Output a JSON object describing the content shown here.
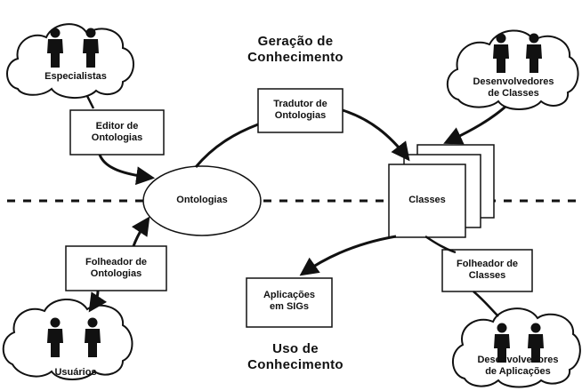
{
  "sections": {
    "top_title": "Geração de\nConhecimento",
    "bottom_title": "Uso de\nConhecimento"
  },
  "actors": {
    "experts": "Especialistas",
    "class_devs": "Desenvolvedores\nde Classes",
    "users": "Usuários",
    "app_devs": "Desenvolvedores\nde Aplicações"
  },
  "tools": {
    "ontology_editor": "Editor de\nOntologias",
    "ontology_translator": "Tradutor de\nOntologias",
    "ontology_browser": "Folheador de\nOntologias",
    "class_browser": "Folheador de\nClasses"
  },
  "artifacts": {
    "ontologies": "Ontologias",
    "classes": "Classes",
    "gis_apps": "Aplicações\nem SIGs"
  },
  "colors": {
    "ink": "#111111",
    "background": "#ffffff"
  }
}
